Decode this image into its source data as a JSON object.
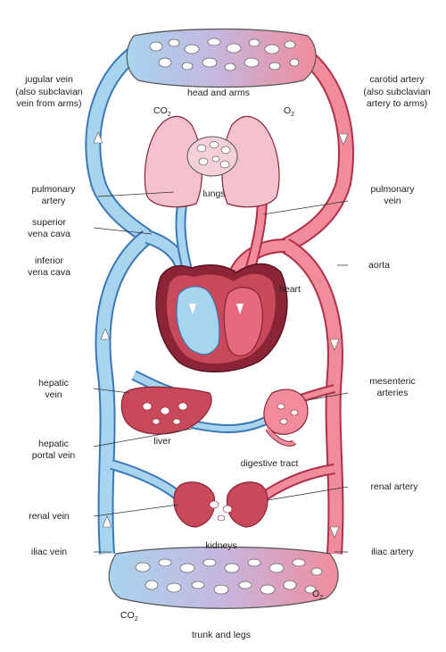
{
  "colors": {
    "vein": "#a8d4f0",
    "vein_stroke": "#3b78b5",
    "artery": "#f08c9c",
    "artery_stroke": "#b0304a",
    "organ": "#c84a5a",
    "organ_dark": "#8a2436",
    "lung": "#f4c2cc"
  },
  "labels": {
    "jugular_vein": "jugular vein",
    "jugular_vein_sub": "(also subclavian",
    "jugular_vein_sub2": "vein from arms)",
    "head_and_arms": "head and arms",
    "carotid_artery": "carotid artery",
    "carotid_artery_sub": "(also subclavian",
    "carotid_artery_sub2": "artery to arms)",
    "co2_top": "CO",
    "co2_sub": "2",
    "o2_top": "O",
    "o2_sub": "2",
    "pulmonary_artery": "pulmonary",
    "pulmonary_artery2": "artery",
    "lungs": "lungs",
    "pulmonary_vein": "pulmonary",
    "pulmonary_vein2": "vein",
    "superior_vena_cava": "superior",
    "superior_vena_cava2": "vena cava",
    "inferior_vena_cava": "inferior",
    "inferior_vena_cava2": "vena cava",
    "aorta": "aorta",
    "heart": "heart",
    "hepatic_vein": "hepatic",
    "hepatic_vein2": "vein",
    "mesenteric_arteries": "mesenteric",
    "mesenteric_arteries2": "arteries",
    "liver": "liver",
    "hepatic_portal_vein": "hepatic",
    "hepatic_portal_vein2": "portal vein",
    "digestive_tract": "digestive tract",
    "renal_artery": "renal artery",
    "renal_vein": "renal vein",
    "kidneys": "kidneys",
    "iliac_vein": "iliac vein",
    "iliac_artery": "iliac artery",
    "co2_bottom": "CO",
    "o2_bottom": "O",
    "trunk_and_legs": "trunk and legs"
  }
}
